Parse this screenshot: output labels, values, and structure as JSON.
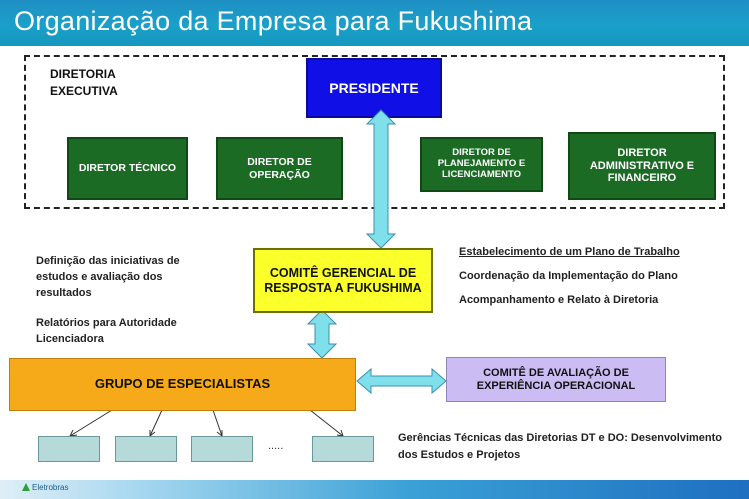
{
  "title": "Organização da Empresa para Fukushima",
  "executive": {
    "label": "DIRETORIA\nEXECUTIVA",
    "president": "PRESIDENTE",
    "directors": [
      "DIRETOR TÉCNICO",
      "DIRETOR DE OPERAÇÃO",
      "DIRETOR DE PLANEJAMENTO E LICENCIAMENTO",
      "DIRETOR ADMINISTRATIVO E FINANCEIRO"
    ]
  },
  "committee": {
    "label": "COMITÊ GERENCIAL DE RESPOSTA A FUKUSHIMA"
  },
  "left_notes": [
    "Definição das iniciativas de estudos e avaliação dos resultados",
    "Relatórios para Autoridade Licenciadora"
  ],
  "right_notes": [
    "Estabelecimento de um Plano de Trabalho",
    "Coordenação da Implementação do Plano",
    "Acompanhamento e Relato à Diretoria"
  ],
  "group": {
    "label": "GRUPO DE ESPECIALISTAS"
  },
  "evaluation": {
    "label": "COMITÊ DE AVALIAÇÃO DE EXPERIÊNCIA OPERACIONAL"
  },
  "dots": ".....",
  "bottom_note": "Gerências Técnicas das Diretorias DT e DO: Desenvolvimento dos Estudos e Projetos",
  "footer": {
    "logo_text": "Eletrobras"
  },
  "colors": {
    "title_bar": "#1f8fc4",
    "president": "#1010e6",
    "director": "#1b6b25",
    "committee": "#fbff2a",
    "group": "#f6aa1a",
    "evaluation": "#cbbdf4",
    "arrows": "#7fe0ec",
    "sub_boxes": "#b6d9d9"
  }
}
